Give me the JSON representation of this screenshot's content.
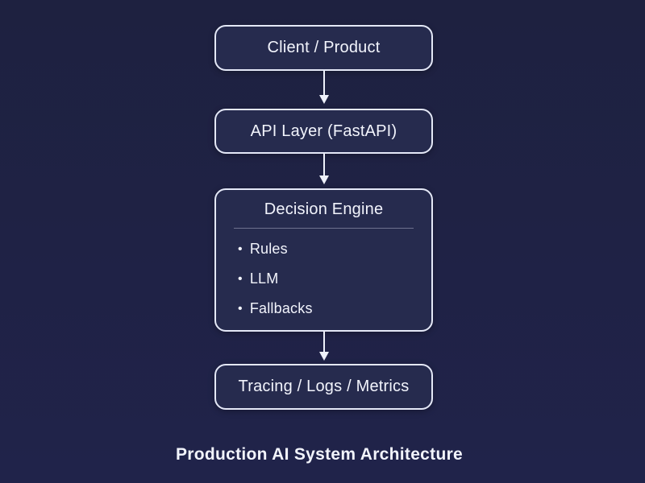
{
  "caption": "Production AI System Architecture",
  "theme": {
    "background": "#1f2241",
    "box_fill": "#262b4e",
    "box_border": "#e4e8f7",
    "text": "#f2f4fc",
    "divider": "rgba(228,232,247,0.38)",
    "arrow": "#eef1fb"
  },
  "icons": {
    "bullet": "•"
  },
  "nodes": [
    {
      "label": "Client / Product"
    },
    {
      "label": "API Layer (FastAPI)"
    },
    {
      "title": "Decision Engine",
      "items": [
        "Rules",
        "LLM",
        "Fallbacks"
      ]
    },
    {
      "label": "Tracing / Logs / Metrics"
    }
  ]
}
